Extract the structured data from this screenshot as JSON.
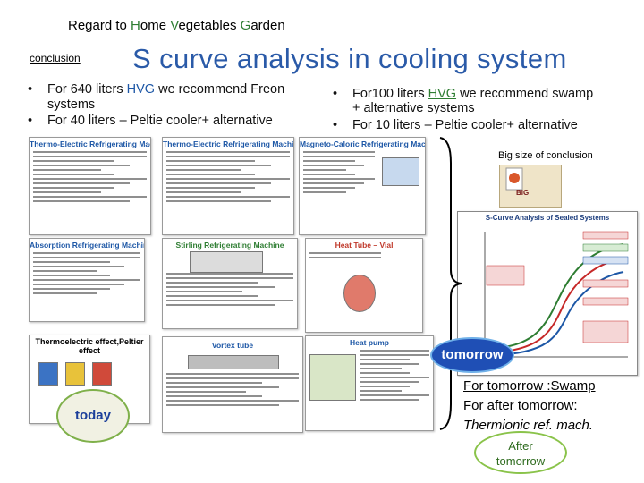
{
  "header": {
    "prefix": "Regard  to ",
    "h1": "H",
    "t1": "ome ",
    "h2": "V",
    "t2": "egetables ",
    "h3": "G",
    "t3": "arden"
  },
  "conclusion_label": "conclusion",
  "title": "S curve analysis in cooling system",
  "left_bullets": [
    {
      "a": "For 640 liters ",
      "hvg": "HVG",
      "b": " we recommend Freon"
    },
    {
      "a": "systems",
      "hvg": "",
      "b": ""
    },
    {
      "a": "For 40 liters – Peltie cooler+ alternative",
      "hvg": "",
      "b": ""
    }
  ],
  "right_bullets": [
    {
      "a": "For100 liters ",
      "hvg": "HVG",
      "b": " we recommend  swamp"
    },
    {
      "a": "+ alternative systems",
      "hvg": "",
      "b": ""
    },
    {
      "a": "For 10 liters – Peltie cooler+ alternative",
      "hvg": "",
      "b": ""
    }
  ],
  "bullet_char": "•",
  "thumbnails": [
    {
      "title": "Thermo-Electric Refrigerating Machine"
    },
    {
      "title": "Thermo-Electric Refrigerating Machine"
    },
    {
      "title": "Magneto-Caloric Refrigerating Machine"
    },
    {
      "title": "Absorption Refrigerating Machine"
    },
    {
      "title": "Stirling Refrigerating Machine"
    },
    {
      "title": "Heat Tube – Vial"
    },
    {
      "title": "Thermoelectric effect,Peltier effect"
    },
    {
      "title": "Vortex tube"
    },
    {
      "title": "Heat pump"
    },
    {
      "title": "S-Curve Analysis of Sealed Systems"
    }
  ],
  "big_size_label": "Big size of conclusion",
  "ppt_icon": "powerpoint-file-icon",
  "ppt_label": "BIG",
  "ovals": {
    "today": "today",
    "tomorrow": "tomorrow",
    "after": "After\ntomorrow"
  },
  "final_lines": [
    "For tomorrow :Swamp",
    "For after tomorrow:",
    "Thermionic ref. mach."
  ],
  "colors": {
    "title": "#2a5aa8",
    "highlight": "#2e7d32",
    "tomorrow_fill": "#1f4fb5",
    "after_border": "#8ac34a"
  }
}
